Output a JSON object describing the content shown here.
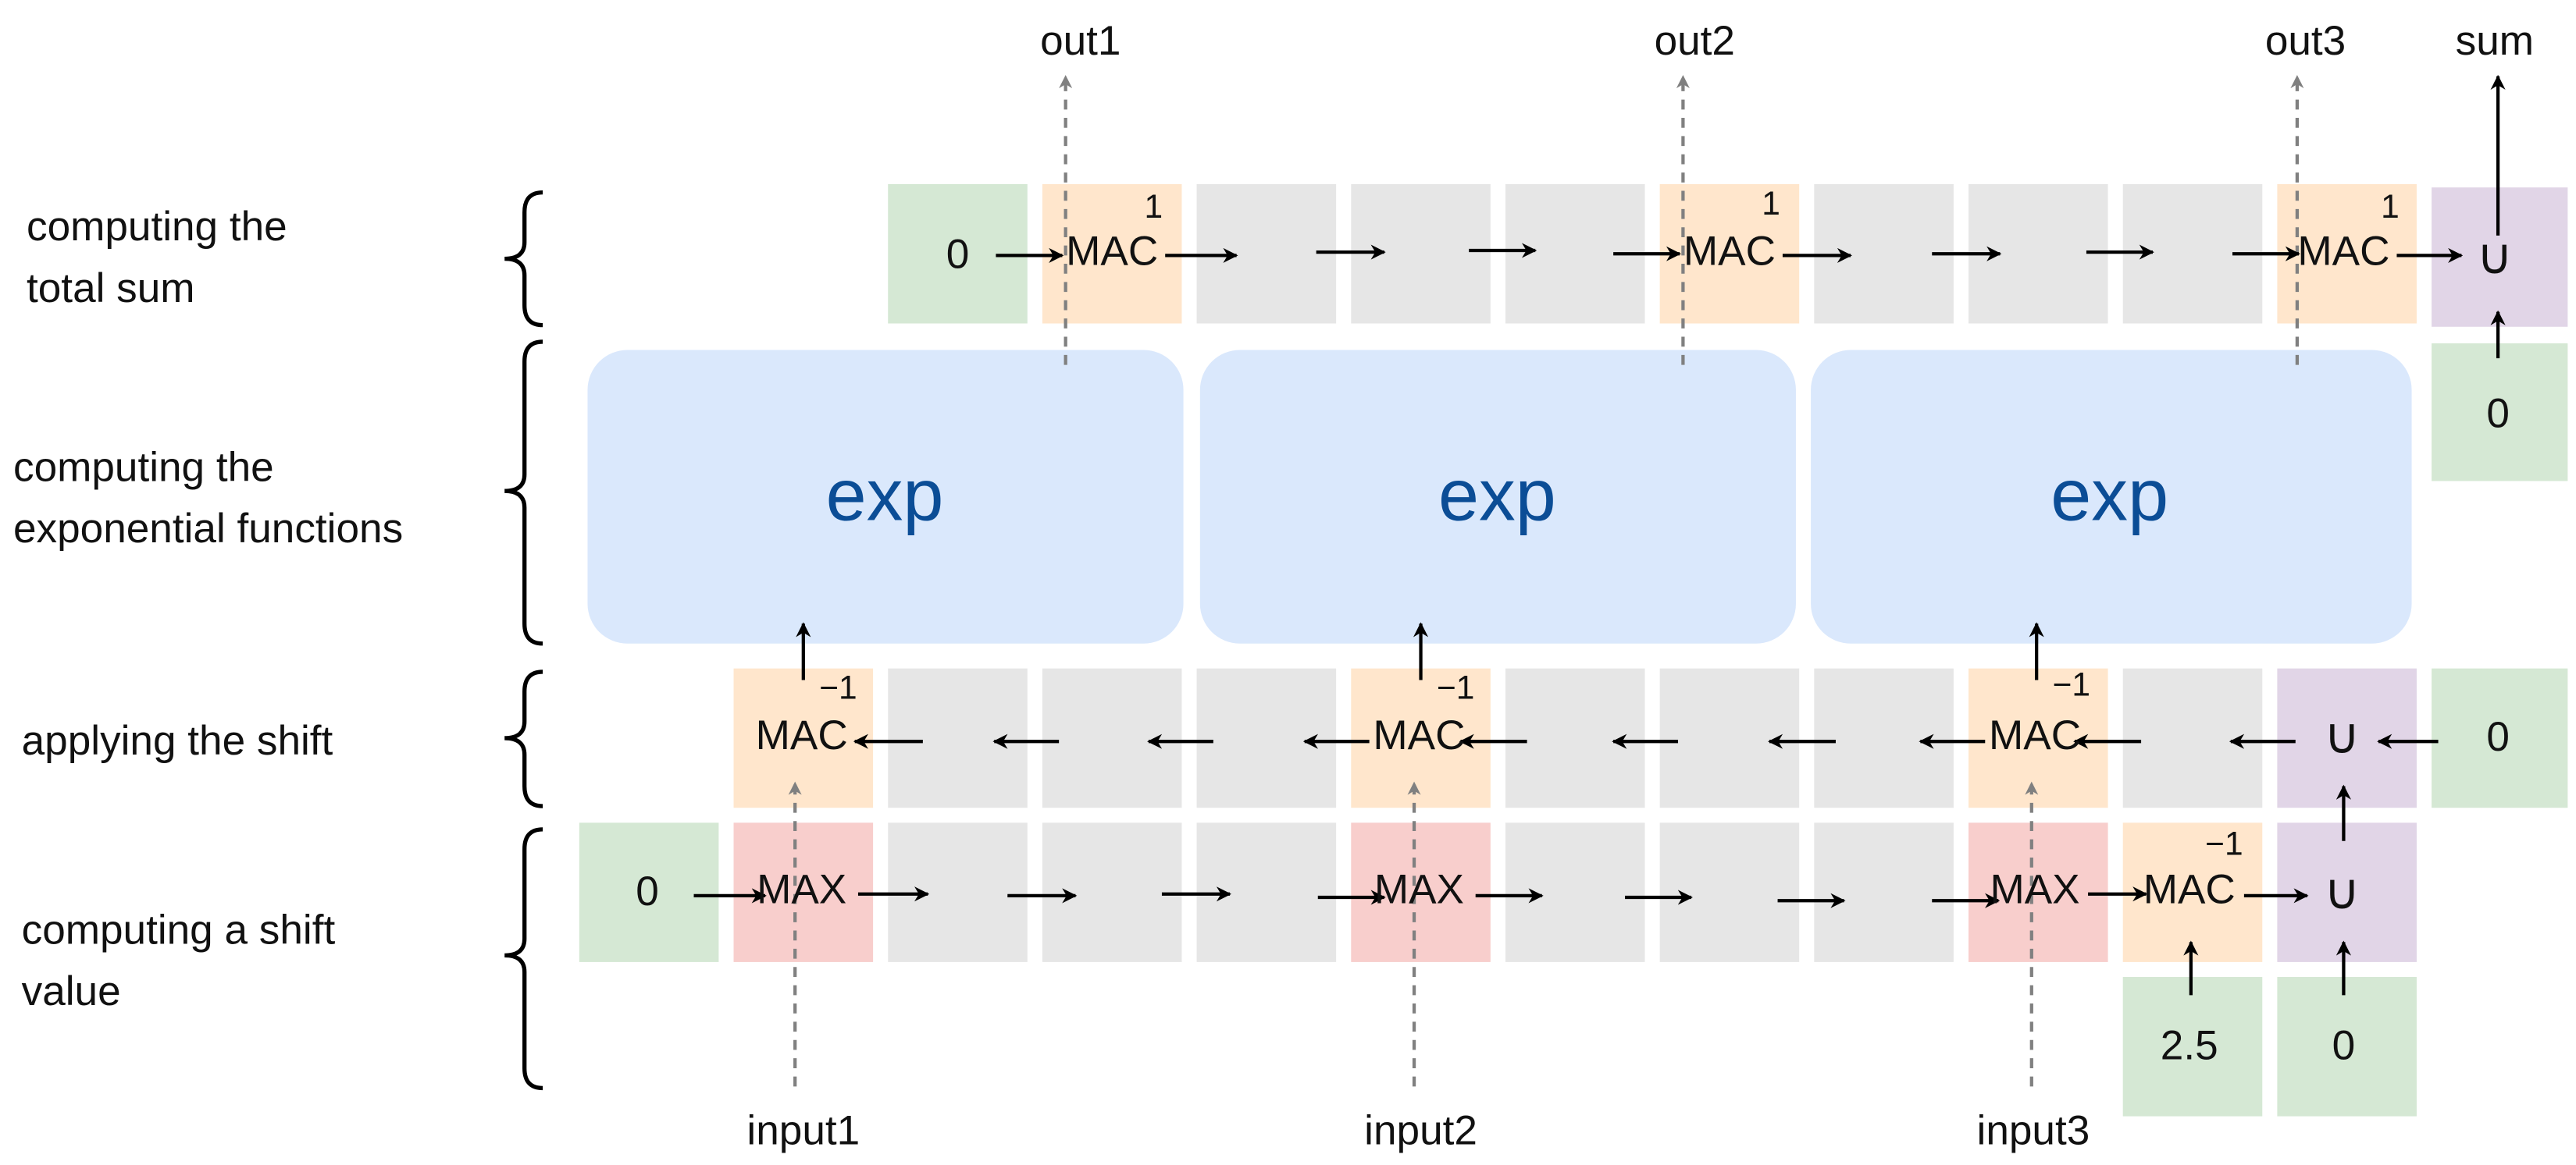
{
  "row_labels": {
    "total_sum": [
      "computing the",
      "total sum"
    ],
    "exponential": [
      "computing the",
      "exponential functions"
    ],
    "shift_apply": [
      "applying the shift"
    ],
    "shift_value": [
      "computing a shift",
      "value"
    ]
  },
  "block_labels": {
    "mac": "MAC",
    "max": "MAX",
    "union": "∪",
    "exp": "exp",
    "zero": "0",
    "sup_pos": "1",
    "sup_neg": "−1",
    "const_25": "2.5"
  },
  "outputs": [
    "out1",
    "out2",
    "out3",
    "sum"
  ],
  "inputs": [
    "input1",
    "input2",
    "input3"
  ],
  "colors": {
    "gray_cell": "#e6e6e6",
    "green_cell": "#d5e8d4",
    "orange_cell": "#ffe6cc",
    "red_cell": "#f8cecc",
    "purple_cell": "#e1d5e7",
    "exp_block": "#dae8fc",
    "exp_text": "#0b4d96",
    "arrow": "#000000",
    "dashed_arrow": "#808080"
  }
}
